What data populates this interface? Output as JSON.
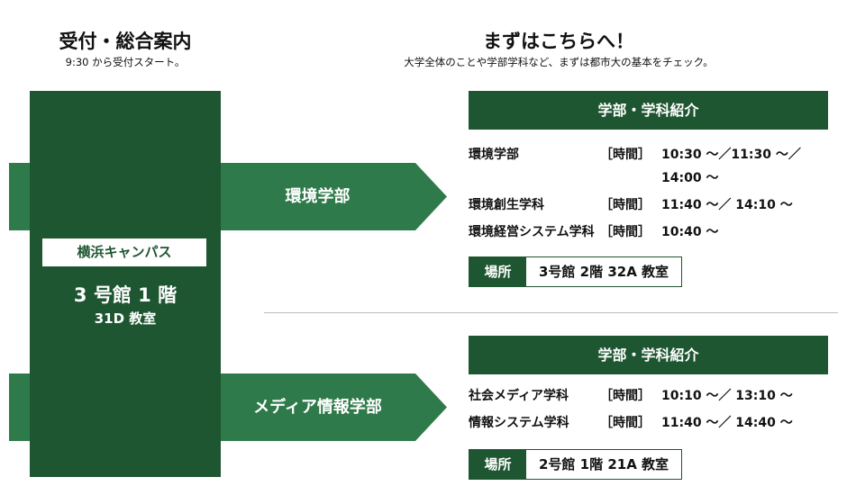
{
  "reception": {
    "title": "受付・総合案内",
    "subtitle": "9:30 から受付スタート。"
  },
  "intro": {
    "title": "まずはこちらへ！",
    "subtitle": "大学全体のことや学部学科など、まずは都市大の基本をチェック。"
  },
  "campus": {
    "name": "横浜キャンパス",
    "building": "3 号館 1 階",
    "room": "31D 教室"
  },
  "faculties": [
    {
      "name": "環境学部",
      "header": "学部・学科紹介",
      "sessions": [
        {
          "name": "環境学部",
          "time_label": "［時間］",
          "times": "10:30 ～／11:30 ～／",
          "times2": "14:00 ～"
        },
        {
          "name": "環境創生学科",
          "time_label": "［時間］",
          "times": "11:40 ～／ 14:10 ～"
        },
        {
          "name": "環境経営システム学科",
          "time_label": "［時間］",
          "times": "10:40 ～"
        }
      ],
      "location_label": "場所",
      "location": "3号館 2階 32A 教室"
    },
    {
      "name": "メディア情報学部",
      "header": "学部・学科紹介",
      "sessions": [
        {
          "name": "社会メディア学科",
          "time_label": "［時間］",
          "times": "10:10 ～／ 13:10 ～"
        },
        {
          "name": "情報システム学科",
          "time_label": "［時間］",
          "times": "11:40 ～／ 14:40 ～"
        }
      ],
      "location_label": "場所",
      "location": "2号館 1階 21A 教室"
    }
  ],
  "colors": {
    "dark_green": "#1e5631",
    "band_green": "#2f7a4a"
  }
}
